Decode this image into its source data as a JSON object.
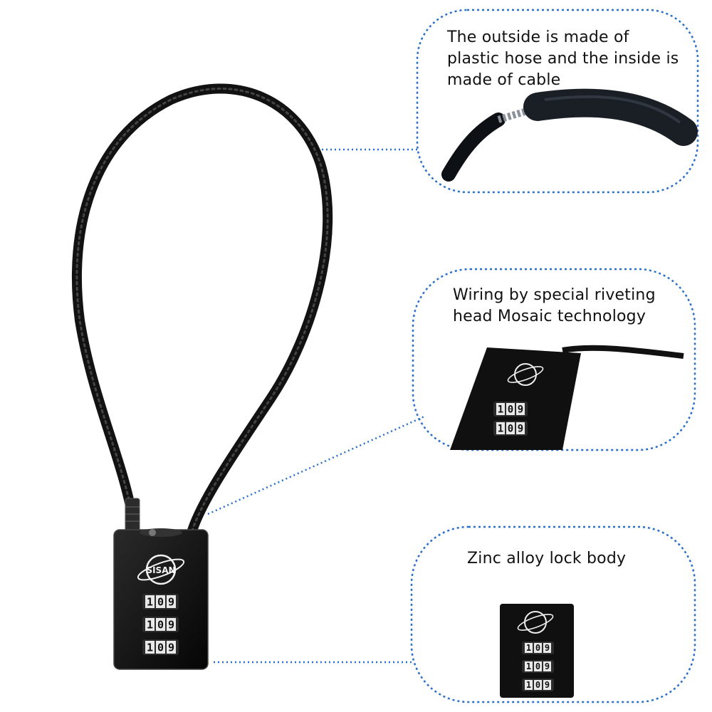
{
  "callouts": [
    {
      "text": "The outside is made of plastic hose and the inside is made of cable"
    },
    {
      "text": "Wiring by special riveting head Mosaic technology"
    },
    {
      "text": "Zinc alloy lock body"
    }
  ],
  "lock": {
    "brand_mark": "SISAN",
    "dial_rows": [
      [
        "1",
        "0",
        "9"
      ],
      [
        "1",
        "0",
        "9"
      ],
      [
        "1",
        "0",
        "9"
      ]
    ]
  },
  "colors": {
    "callout_border": "#2a6fc9",
    "lock_body": "#111111",
    "cable": "#1a1a1a"
  }
}
